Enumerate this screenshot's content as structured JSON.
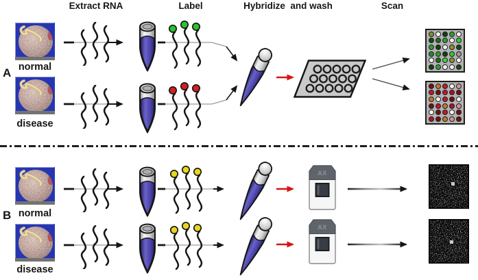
{
  "headers": {
    "extract_rna": "Extract RNA",
    "label": "Label",
    "hybridize_wash": "Hybridize  and wash",
    "scan": "Scan"
  },
  "panel_a": {
    "label": "A",
    "sample_top": "normal",
    "sample_bottom": "disease"
  },
  "panel_b": {
    "label": "B",
    "sample_top": "normal",
    "sample_bottom": "disease"
  },
  "chip": {
    "emblem": "AX"
  },
  "dyes": {
    "panel_a_normal": "#2ec22e",
    "panel_a_disease": "#d81f1f",
    "panel_b_single": "#e8d61c"
  },
  "accents": {
    "red_arrow": "#d81414",
    "ink": "#161616",
    "tube_liquid": "#4a42a8"
  },
  "microarray_slide": {
    "rows": 3,
    "cols": 5
  },
  "scan_arrays": {
    "cols": 5,
    "green_cells": [
      "#7f8f2e",
      "#f1f1f1",
      "#123f12",
      "#2ea02e",
      "#f1f1f1",
      "#154a15",
      "#1d6b1d",
      "#2ea02e",
      "#f1f1f1",
      "#33cc33",
      "#2ea02e",
      "#123f12",
      "#f1f1f1",
      "#8f8f35",
      "#154a15",
      "#27892b",
      "#2ea02e",
      "#123f12",
      "#33cc33",
      "#9a9a9a",
      "#f1f1f1",
      "#1d6b1d",
      "#3cd63c",
      "#8f8f35",
      "#f1f1f1",
      "#123f12",
      "#2ea02e",
      "#f1f1f1",
      "#f1f1f1",
      "#154a15"
    ],
    "red_cells": [
      "#6e1212",
      "#c07a28",
      "#c01830",
      "#f1f1f1",
      "#d89098",
      "#c01830",
      "#6e1212",
      "#c01830",
      "#b01028",
      "#6e1212",
      "#c07a28",
      "#f1f1f1",
      "#c01830",
      "#6e1212",
      "#f1f1f1",
      "#6e1212",
      "#c01830",
      "#c07a28",
      "#b01028",
      "#d89098",
      "#f1f1f1",
      "#6e1212",
      "#c01830",
      "#f1f1f1",
      "#6e1212",
      "#b01028",
      "#6e1212",
      "#c07a28",
      "#d89098",
      "#6e1212"
    ]
  }
}
